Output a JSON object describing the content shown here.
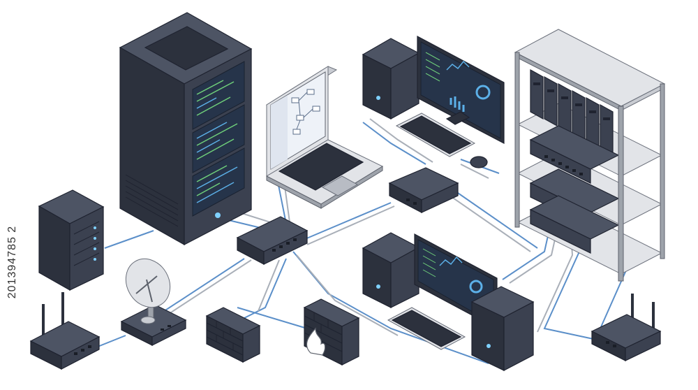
{
  "stock_id": "201394785 2",
  "colors": {
    "device_dark": "#3b4150",
    "device_gray": "#c9ccd2",
    "screen": "#26344a",
    "wire_blue": "#5b8fc9",
    "wire_gray": "#a9afb8",
    "code_green": "#6fcf7a",
    "code_blue": "#5cb0e8",
    "flame": "#f39c4a"
  },
  "nodes": [
    {
      "id": "server-rack",
      "icon": "server-rack-icon"
    },
    {
      "id": "laptop",
      "icon": "laptop-icon"
    },
    {
      "id": "workstation-top",
      "icon": "desktop-computer-icon"
    },
    {
      "id": "storage-shelf",
      "icon": "server-shelf-icon"
    },
    {
      "id": "mini-server",
      "icon": "tower-server-icon"
    },
    {
      "id": "switch-center",
      "icon": "network-switch-icon"
    },
    {
      "id": "switch-top",
      "icon": "network-switch-icon"
    },
    {
      "id": "satellite-dish",
      "icon": "satellite-dish-icon"
    },
    {
      "id": "router-left",
      "icon": "wifi-router-icon"
    },
    {
      "id": "firewall-plain",
      "icon": "firewall-icon"
    },
    {
      "id": "firewall-flame",
      "icon": "firewall-flame-icon"
    },
    {
      "id": "workstation-bottom",
      "icon": "desktop-computer-icon"
    },
    {
      "id": "tower-pc",
      "icon": "tower-pc-icon"
    },
    {
      "id": "router-right",
      "icon": "wifi-router-icon"
    }
  ]
}
